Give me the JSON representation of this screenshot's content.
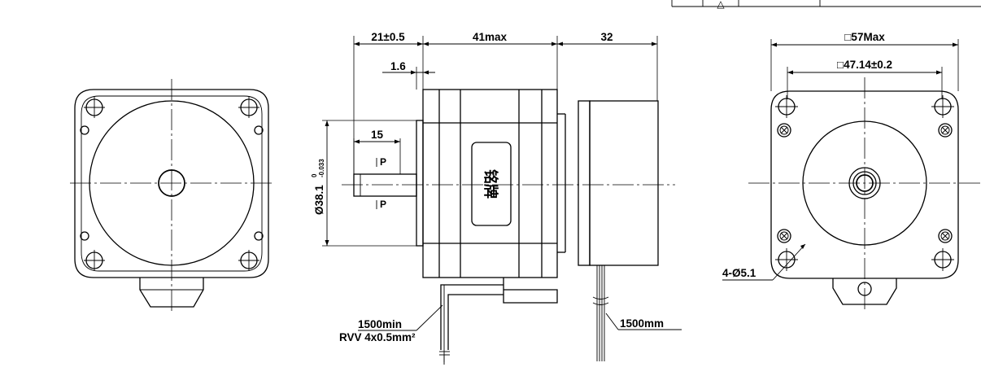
{
  "title_block": {
    "symbol": "△"
  },
  "front_view": {},
  "side_view": {
    "dim_shaft_length": "21±0.5",
    "dim_body_length": "41max",
    "dim_encoder_length": "32",
    "dim_boss": "1.6",
    "dim_flat": "15",
    "flat_mark_top": "P",
    "flat_mark_bottom": "P",
    "pilot_dia_main": "Ø38.1",
    "pilot_tol_upper": "0",
    "pilot_tol_lower": "-0.033",
    "nameplate": "铭牌",
    "cable_length": "1500min",
    "cable_spec": "RVV 4x0.5mm²",
    "encoder_cable": "1500mm"
  },
  "rear_view": {
    "dim_square_max": "□57Max",
    "dim_hole_spacing": "□47.14±0.2",
    "hole_spec": "4-Ø5.1"
  }
}
